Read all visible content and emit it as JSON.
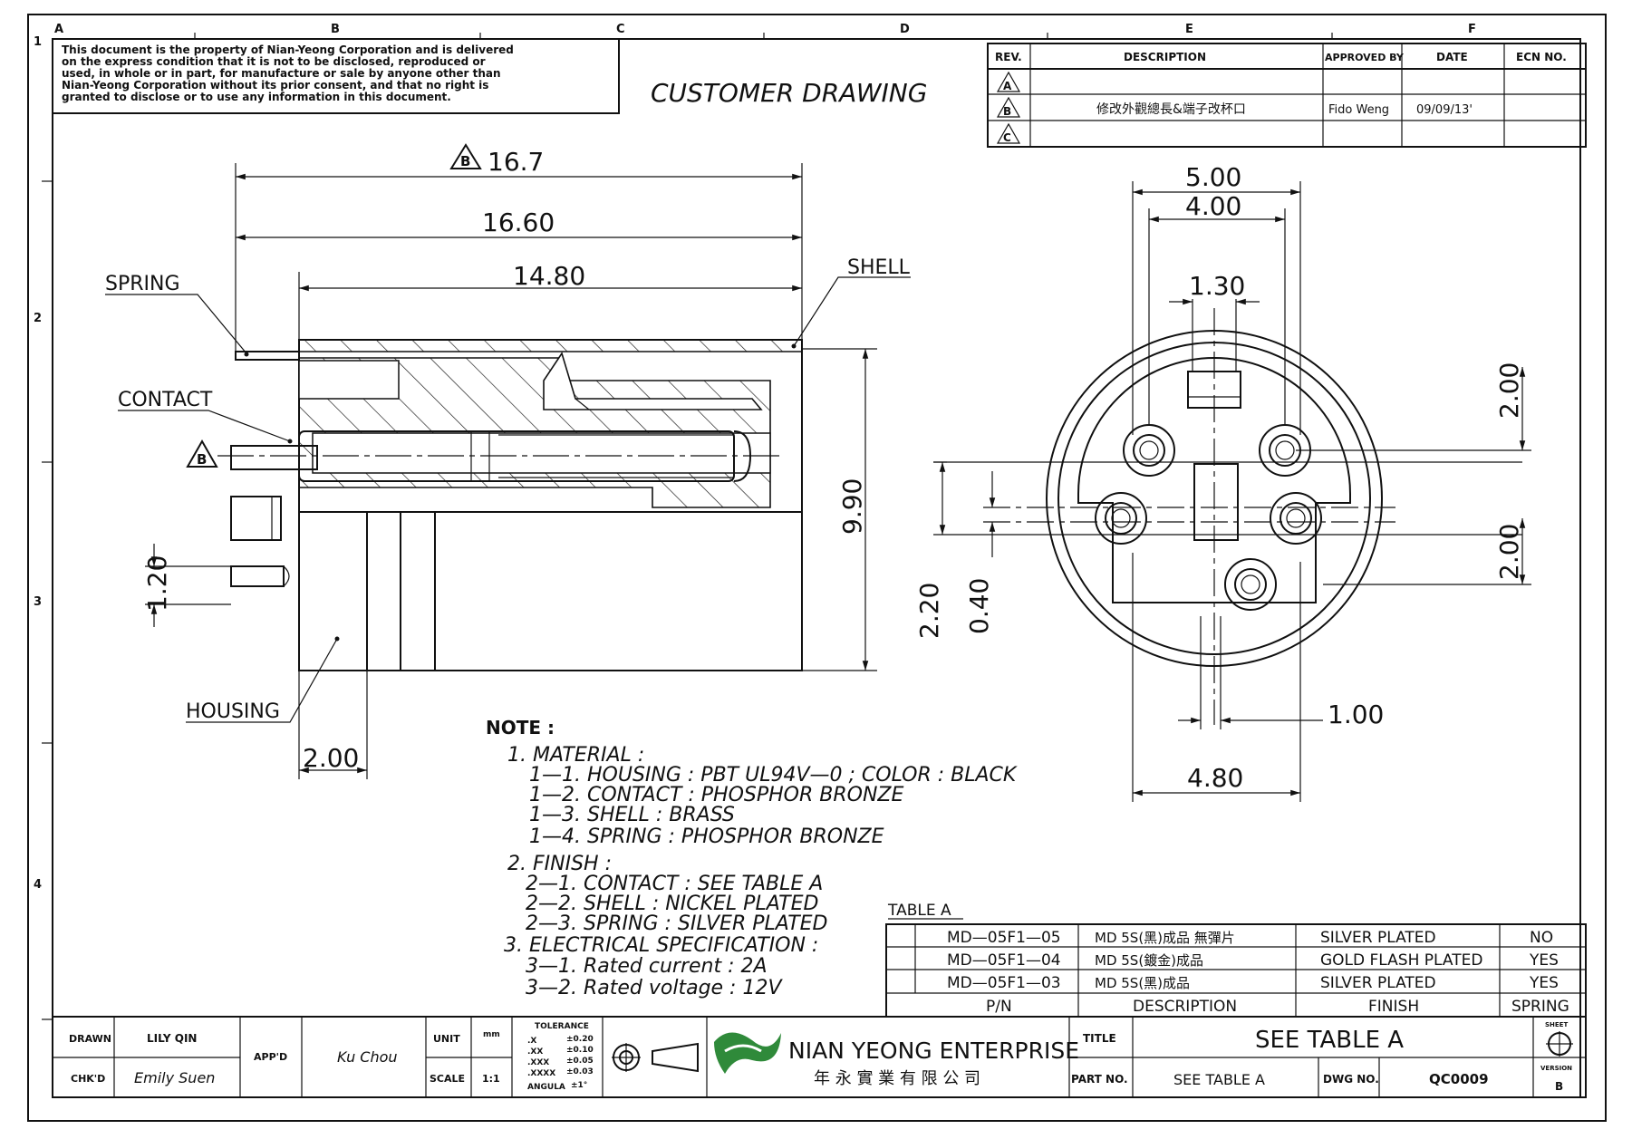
{
  "zone_letters": [
    "A",
    "B",
    "C",
    "D",
    "E",
    "F"
  ],
  "zone_numbers": [
    "1",
    "2",
    "3",
    "4"
  ],
  "notice": [
    "This document is the property of Nian-Yeong Corporation and is delivered",
    "on  the  express condition that it is not to be disclosed, reproduced or",
    "used, in whole or in part, for manufacture or sale by anyone other than",
    "Nian-Yeong Corporation without  its prior consent, and that  no right  is",
    "granted  to disclose or  to use any information in this  document."
  ],
  "title_banner": "CUSTOMER  DRAWING",
  "revision_table": {
    "headers": [
      "REV.",
      "DESCRIPTION",
      "APPROVED BY",
      "DATE",
      "ECN NO."
    ],
    "rows": [
      {
        "rev": "A",
        "description": "",
        "approved_by": "",
        "date": "",
        "ecn": ""
      },
      {
        "rev": "B",
        "description": "修改外觀總長&端子改杯口",
        "approved_by": "Fido Weng",
        "date": "09/09/13'",
        "ecn": ""
      },
      {
        "rev": "C",
        "description": "",
        "approved_by": "",
        "date": "",
        "ecn": ""
      }
    ]
  },
  "side_view": {
    "dims": {
      "overall_rev": "16.7",
      "overall": "16.60",
      "body": "14.80",
      "height": "9.90",
      "pin_offset": "1.20",
      "housing_width": "2.00"
    },
    "rev_marker": "B",
    "callouts": {
      "spring": "SPRING",
      "shell": "SHELL",
      "contact": "CONTACT",
      "housing": "HOUSING"
    }
  },
  "front_view": {
    "dims": {
      "outer": "5.00",
      "inner": "4.00",
      "key": "1.30",
      "vert_top": "2.00",
      "vert_bottom": "2.00",
      "left_a": "2.20",
      "left_b": "0.40",
      "pin_pitch": "1.00",
      "bottom": "4.80"
    }
  },
  "notes": {
    "heading": "NOTE :",
    "lines": [
      "1.  MATERIAL  :",
      "1—1.  HOUSING  :  PBT  UL94V—0  ;  COLOR  :  BLACK",
      "1—2.  CONTACT  :  PHOSPHOR  BRONZE",
      "1—3.  SHELL  :  BRASS",
      "1—4.  SPRING  :  PHOSPHOR  BRONZE",
      "2.  FINISH  :",
      "2—1.  CONTACT  :  SEE  TABLE  A",
      "2—2.  SHELL  :  NICKEL  PLATED",
      "2—3.  SPRING  :  SILVER  PLATED",
      "3.  ELECTRICAL  SPECIFICATION  :",
      "3—1.  Rated  current  :  2A",
      "3—2.  Rated  voltage  :  12V"
    ]
  },
  "table_a": {
    "title": "TABLE  A",
    "columns": [
      "P/N",
      "DESCRIPTION",
      "FINISH",
      "SPRING"
    ],
    "rows": [
      [
        "MD—05F1—05",
        "MD  5S(黑)成品  無彈片",
        "SILVER  PLATED",
        "NO"
      ],
      [
        "MD—05F1—04",
        "MD  5S(鍍金)成品",
        "GOLD  FLASH  PLATED",
        "YES"
      ],
      [
        "MD—05F1—03",
        "MD  5S(黑)成品",
        "SILVER  PLATED",
        "YES"
      ]
    ]
  },
  "title_block": {
    "drawn_label": "DRAWN",
    "drawn_by": "LILY QIN",
    "checked_label": "CHK'D",
    "checked_by": "Emily Suen",
    "approved_label": "APP'D",
    "approved_by": "Ku Chou",
    "unit_label": "UNIT",
    "unit": "mm",
    "scale_label": "SCALE",
    "scale": "1:1",
    "tolerance_label": "TOLERANCE",
    "tolerances": [
      [
        ".X",
        "±0.20"
      ],
      [
        ".XX",
        "±0.10"
      ],
      [
        ".XXX",
        "±0.05"
      ],
      [
        ".XXXX",
        "±0.03"
      ],
      [
        "ANGULA",
        "±1°"
      ]
    ],
    "company_en": "NIAN YEONG ENTERPRISE",
    "company_cn": "年 永 實 業 有 限 公 司",
    "title_label": "TITLE",
    "title": "SEE  TABLE  A",
    "part_label": "PART NO.",
    "part": "SEE  TABLE  A",
    "dwg_label": "DWG NO.",
    "dwg": "QC0009",
    "sheet_label": "SHEET",
    "version_label": "VERSION",
    "version": "B"
  }
}
